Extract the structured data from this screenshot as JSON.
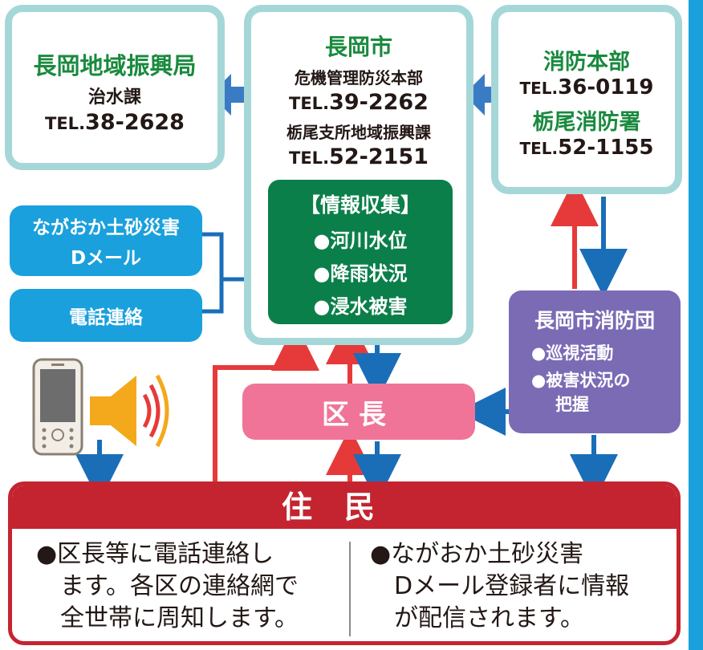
{
  "nagaoka_office": {
    "name": "長岡地域振興局",
    "dept": "治水課",
    "tel_prefix": "TEL.",
    "tel": "38-2628"
  },
  "city": {
    "name": "長岡市",
    "dept1": "危機管理防災本部",
    "tel1_prefix": "TEL.",
    "tel1": "39-2262",
    "dept2": "栃尾支所地域振興課",
    "tel2_prefix": "TEL.",
    "tel2": "52-2151"
  },
  "info_collection": {
    "title": "【情報収集】",
    "items": [
      "●河川水位",
      "●降雨状況",
      "●浸水被害"
    ]
  },
  "fire": {
    "hq": "消防本部",
    "hq_tel_prefix": "TEL.",
    "hq_tel": "36-0119",
    "station": "栃尾消防署",
    "station_tel_prefix": "TEL.",
    "station_tel": "52-1155"
  },
  "mail": {
    "line1": "ながおか土砂災害",
    "line2": "Dメール"
  },
  "phone_contact": "電話連絡",
  "fire_corps": {
    "title": "長岡市消防団",
    "item1": "●巡視活動",
    "item2_line1": "●被害状況の",
    "item2_line2": "把握"
  },
  "ward_chief": "区長",
  "residents": {
    "title": "住民",
    "left_lines": [
      "●区長等に電話連絡し",
      "ます。各区の連絡網で",
      "全世帯に周知します。"
    ],
    "right_lines": [
      "●ながおか土砂災害",
      "Dメール登録者に情報",
      "が配信されます。"
    ]
  },
  "colors": {
    "teal_border": "#a6d7d8",
    "green": "#1a8a3e",
    "info_green": "#0b7f4a",
    "sky_blue": "#1aa0dc",
    "purple": "#7b6bb5",
    "pink": "#f07498",
    "red": "#c42430",
    "arrow_blue": "#1a6eb8",
    "arrow_red": "#e63a3a"
  },
  "icons": [
    "smartphone-icon",
    "speaker-icon",
    "double-arrow-icon"
  ]
}
